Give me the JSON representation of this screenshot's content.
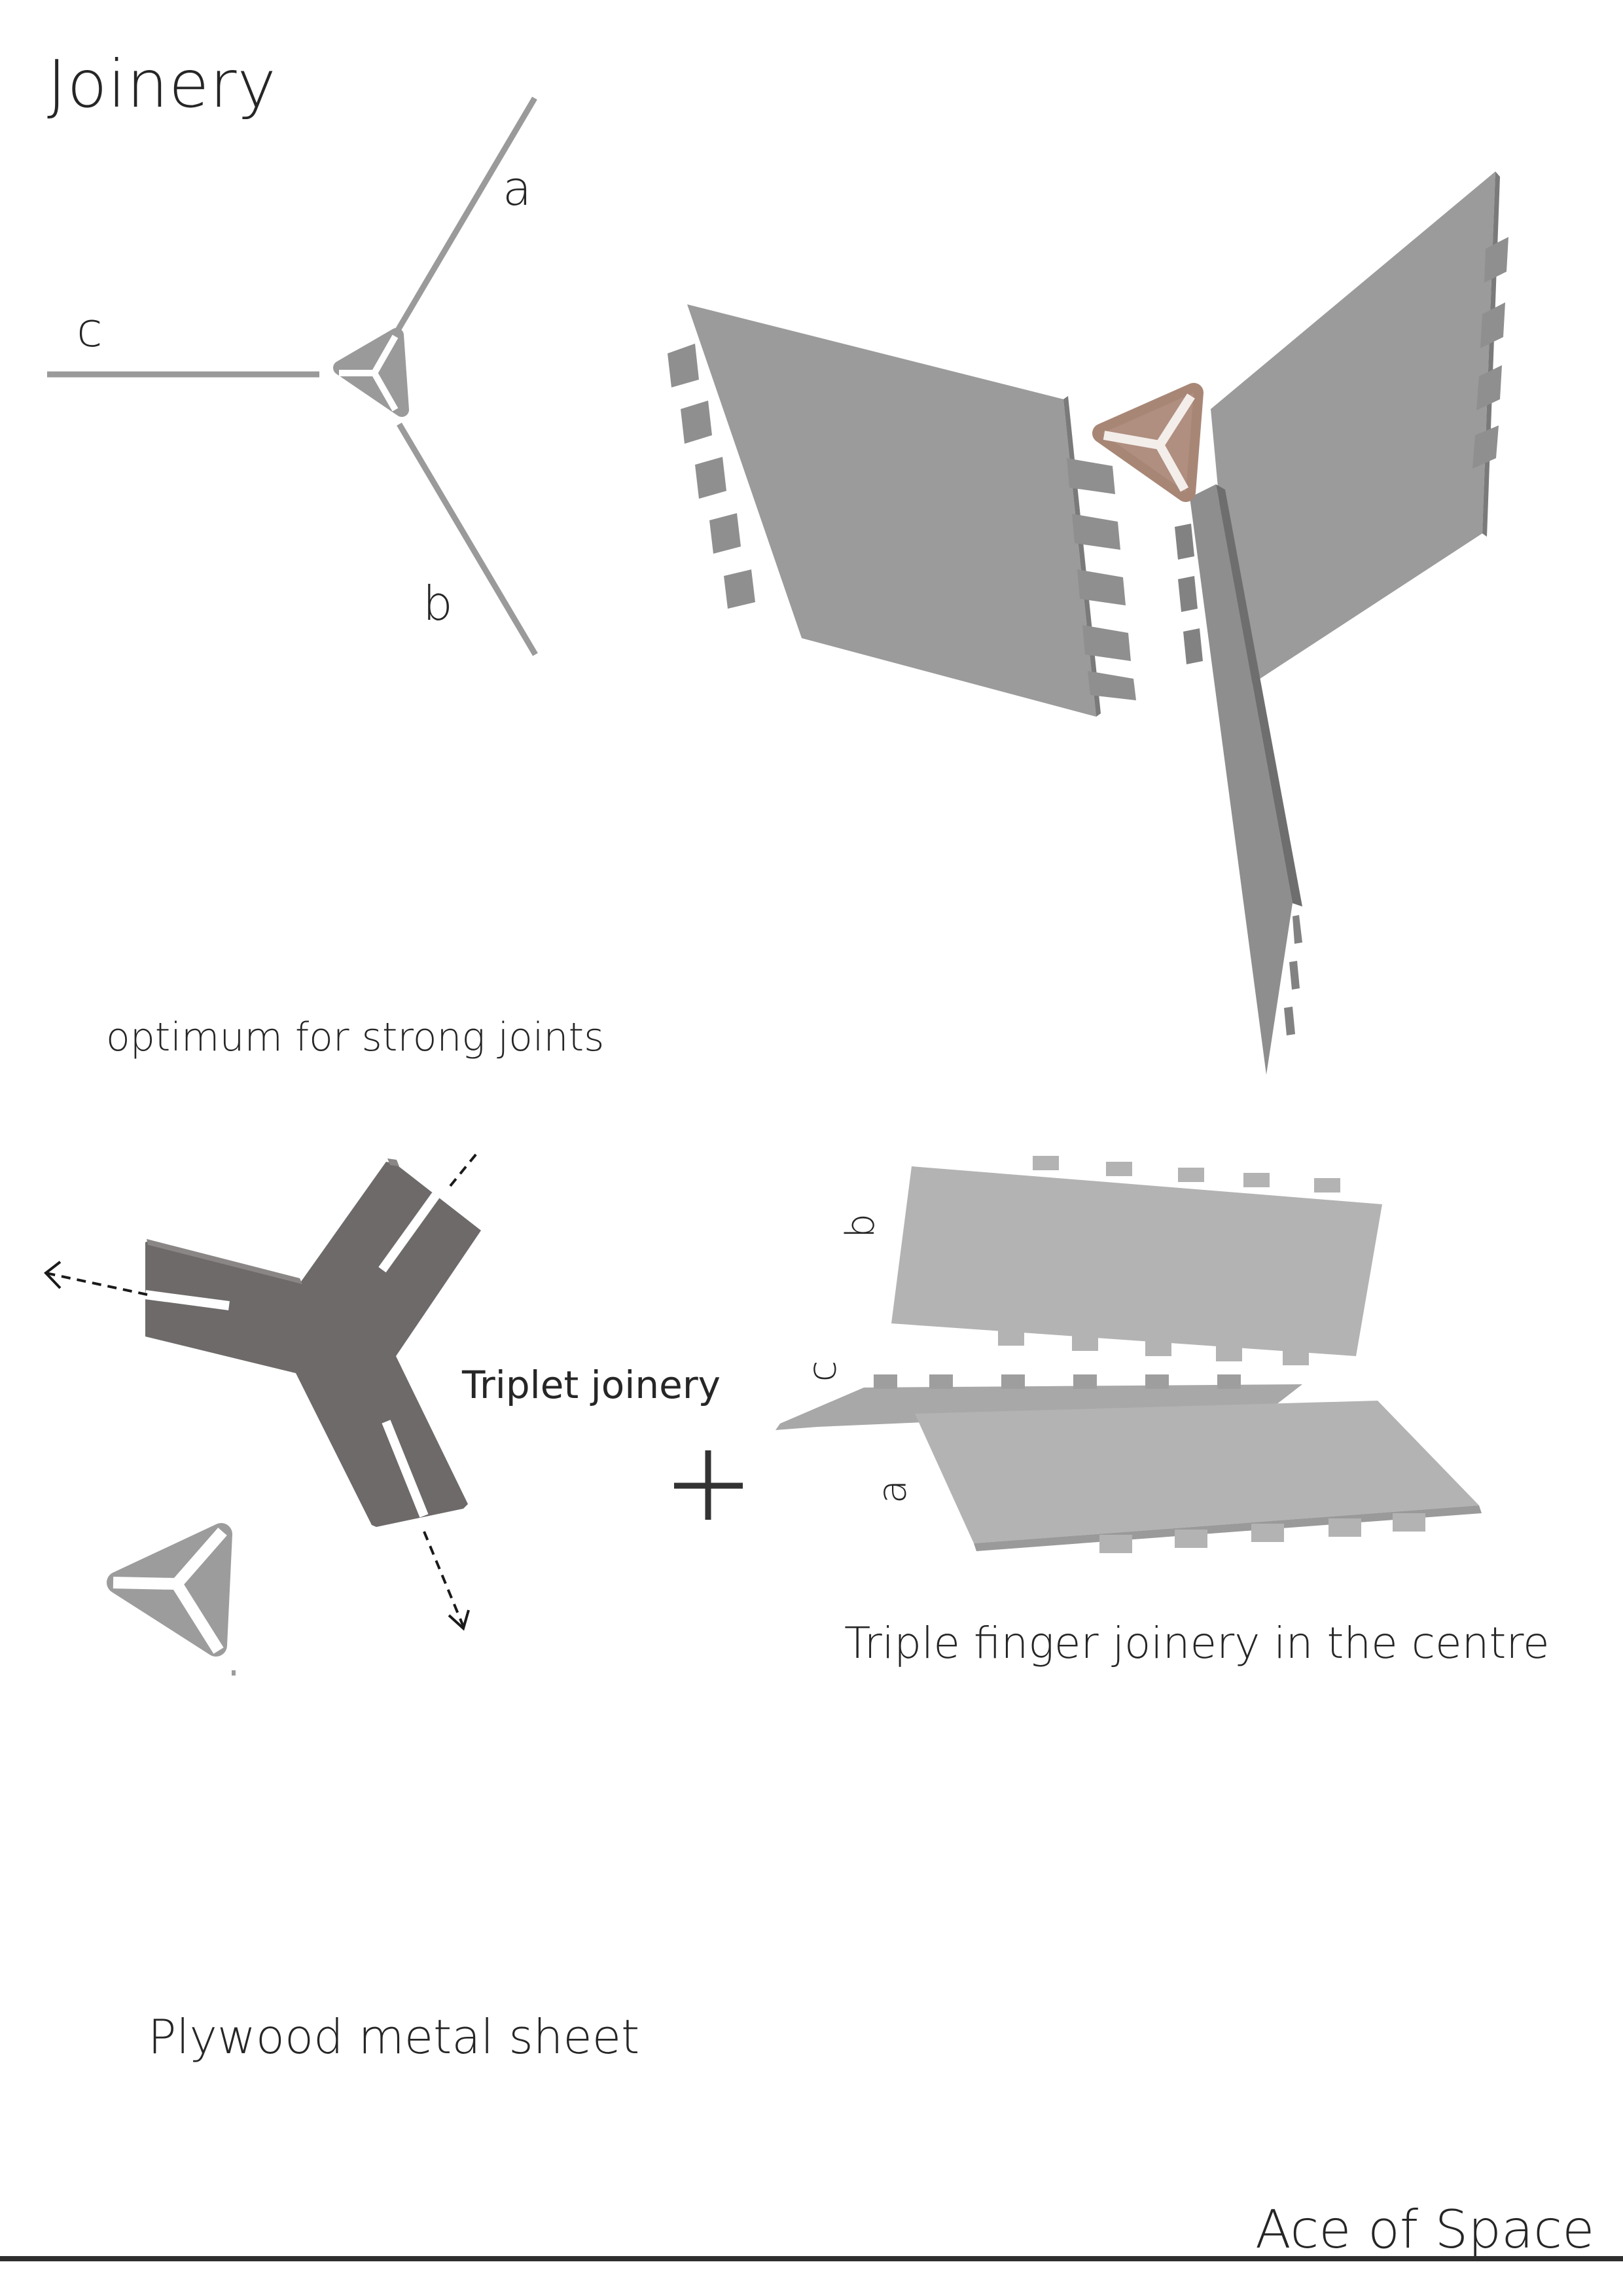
{
  "title": "Joinery",
  "plan_labels": {
    "a": "a",
    "b": "b",
    "c": "c"
  },
  "captions": {
    "strong_joints": "optimum for strong joints",
    "triplet": "Triplet joinery",
    "center": "Triple finger joinery in the centre",
    "materials": "Plywood  metal sheet"
  },
  "panel_labels": {
    "b": "b",
    "c": "c",
    "a": "a"
  },
  "plus_symbol": "+",
  "brand": "Ace of Space",
  "colors": {
    "panel_grey": "#9a9a9a",
    "connector_brown": "#a88676",
    "bracket_dark": "#7b7776",
    "flat_panel": "#b5b5b5"
  }
}
